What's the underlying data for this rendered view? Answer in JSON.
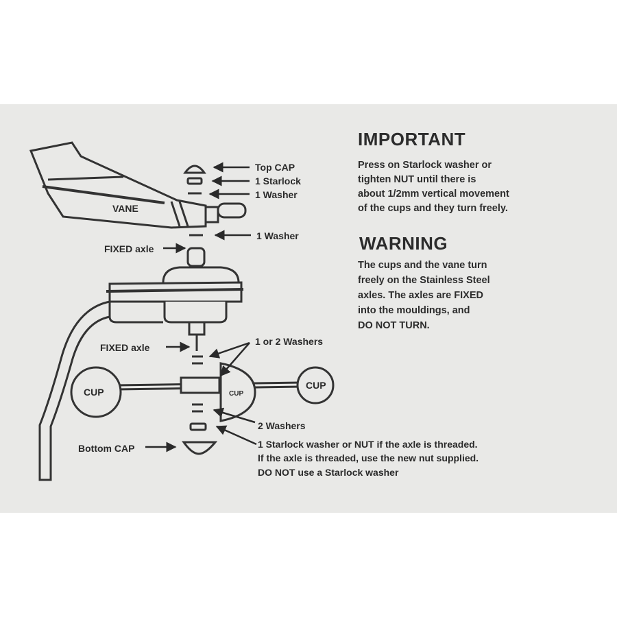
{
  "important": {
    "title": "IMPORTANT",
    "lines": [
      "Press on Starlock washer or",
      "tighten NUT until there is",
      "about 1/2mm vertical movement",
      "of the cups and they turn freely."
    ]
  },
  "warning": {
    "title": "WARNING",
    "lines": [
      "The cups and the vane turn",
      "freely on the Stainless Steel",
      "axles. The axles are FIXED",
      "into the mouldings, and",
      "DO NOT TURN."
    ]
  },
  "labels": {
    "top_cap": "Top CAP",
    "starlock_top": "1 Starlock",
    "washer_top": "1 Washer",
    "washer_mid": "1 Washer",
    "vane": "VANE",
    "fixed_axle_top": "FIXED axle",
    "fixed_axle_bottom": "FIXED axle",
    "washers_1_or_2": "1 or 2 Washers",
    "cup_left": "CUP",
    "cup_right": "CUP",
    "cup_center": "CUP",
    "washers_2": "2 Washers",
    "bottom_cap": "Bottom CAP",
    "bottom_note_lines": [
      "1 Starlock washer or NUT if the axle is threaded.",
      "If the axle is threaded, use the new nut supplied.",
      "DO NOT use a Starlock washer"
    ]
  }
}
